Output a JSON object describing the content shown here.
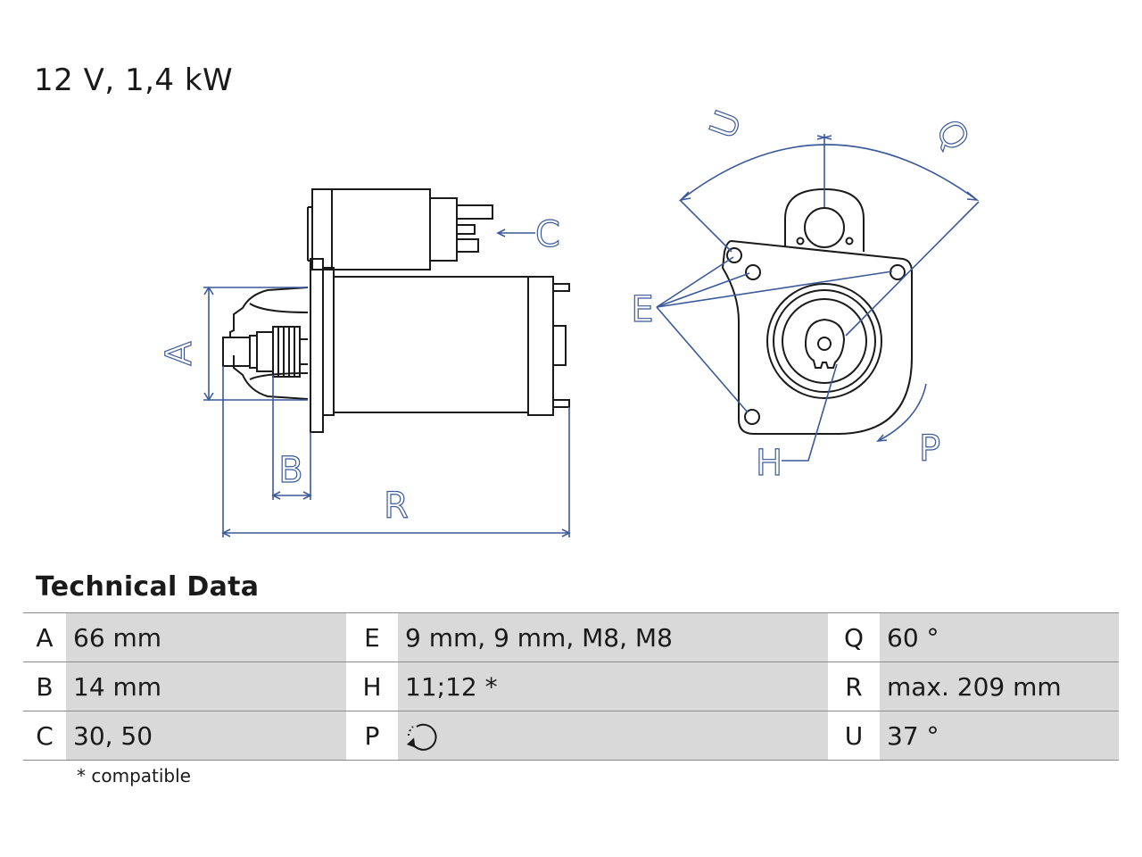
{
  "header": {
    "title": "12 V, 1,4 kW"
  },
  "labels": {
    "side_view": {
      "a": "A",
      "b": "B",
      "c": "C",
      "r": "R"
    },
    "front_view": {
      "e": "E",
      "h": "H",
      "p": "P",
      "q": "Q",
      "u": "U"
    }
  },
  "technical_data": {
    "title": "Technical Data",
    "rows": [
      [
        {
          "key": "A",
          "value": "66 mm"
        },
        {
          "key": "E",
          "value": "9 mm, 9 mm, M8, M8"
        },
        {
          "key": "Q",
          "value": "60 °"
        }
      ],
      [
        {
          "key": "B",
          "value": "14 mm"
        },
        {
          "key": "H",
          "value": "11;12 *"
        },
        {
          "key": "R",
          "value": "max. 209 mm"
        }
      ],
      [
        {
          "key": "C",
          "value": "30, 50"
        },
        {
          "key": "P",
          "value": "",
          "icon": "rotation-direction-icon"
        },
        {
          "key": "U",
          "value": "37 °"
        }
      ]
    ],
    "footnote": "* compatible"
  },
  "colors": {
    "drawing_line": "#1a1a1a",
    "dimension_line": "#3a5a9a",
    "table_value_bg": "#d9d9d9",
    "table_border": "#8a8a8a"
  }
}
